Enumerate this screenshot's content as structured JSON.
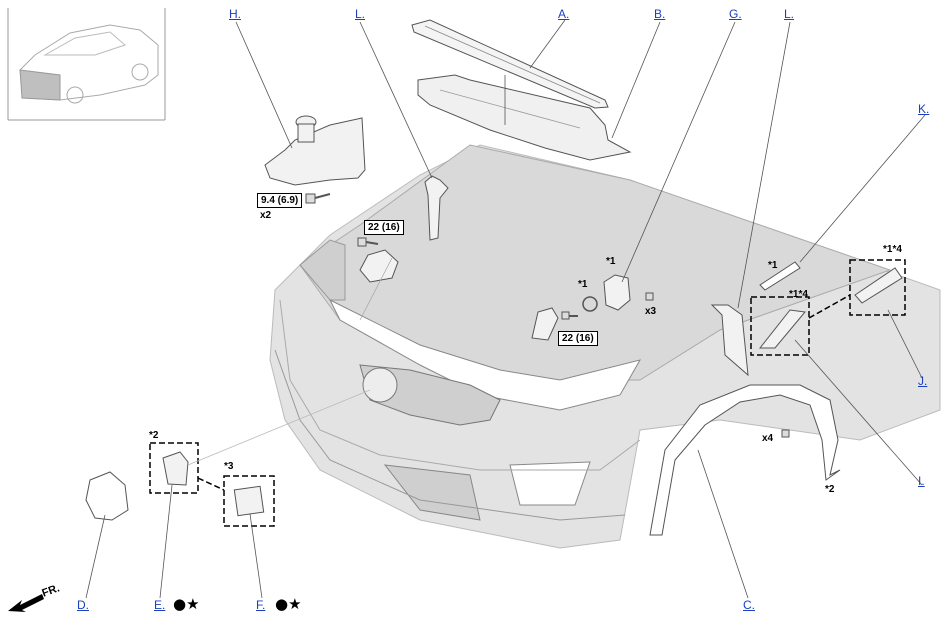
{
  "callouts": {
    "A": "A.",
    "B": "B.",
    "C": "C.",
    "D": "D.",
    "E": "E.",
    "F": "F.",
    "G": "G.",
    "H": "H.",
    "I": "I.",
    "J": "J.",
    "K": "K.",
    "L_left": "L.",
    "L_right": "L."
  },
  "torques": {
    "reservoir_bolt": "9.4 (6.9)",
    "bracket_bolt": "22 (16)",
    "latch_bolt": "22 (16)"
  },
  "quantities": {
    "reservoir_bolt": "x2",
    "latch_screws": "x3",
    "fender_screws": "x4"
  },
  "notes": {
    "cap_seal": "*1",
    "latch_stay": "*1",
    "hood_emblem": "*1",
    "emblem_i": "*1*4",
    "emblem_j": "*1*4",
    "mirror_e": "*2",
    "arch_c": "*2",
    "cover_f": "*3"
  },
  "symbols": {
    "e": "●★",
    "f": "●★"
  },
  "orientation": {
    "front_label": "FR."
  },
  "colors": {
    "link": "#1a3fbf",
    "body_fill": "#e3e3e3",
    "line": "#444444",
    "hood_fill": "#d9d9d9"
  }
}
